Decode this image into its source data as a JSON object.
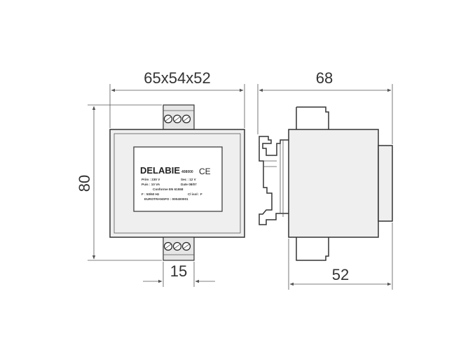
{
  "dimensions": {
    "front_size": "65x54x52",
    "side_depth": "68",
    "height": "80",
    "terminal_width": "15",
    "side_body_depth": "52"
  },
  "label": {
    "brand": "DELABIE",
    "product_code": "408000",
    "ce_mark": "CE",
    "line_1_left": "Prim : 230 V",
    "line_1_right": "Sec : 12 V",
    "line_2_left": "Puis : 10 VA",
    "line_2_right": "Date 08/07",
    "line_3": "Conforme EN 61558",
    "line_4_left": "F : 50/60 Hz",
    "line_4_right": "Cl isol : F",
    "line_5": "EUROTRANSFO : 000400001"
  }
}
